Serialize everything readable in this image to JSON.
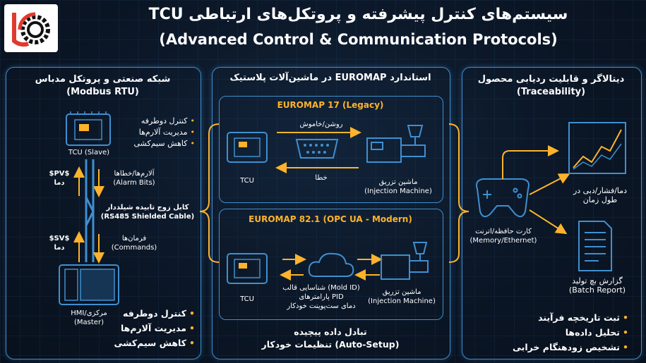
{
  "header": {
    "title_fa": "سیستم‌های کنترل پیشرفته و پروتکل‌های ارتباطی TCU",
    "title_en": "(Advanced Control & Communication Protocols)"
  },
  "left": {
    "title_fa": "شبکه صنعتی و پروتکل مدباس",
    "title_en": "(Modbus RTU)",
    "tcu_label": "TCU (Slave)",
    "top_bullets": [
      "کنترل دوطرفه",
      "مدیریت آلارم‌ها",
      "کاهش سیم‌کشی"
    ],
    "pv_label": "$PV$\nدما",
    "alarm_label": "آلارم‌ها/خطاها\n(Alarm Bits)",
    "cable_label": "کابل زوج تابیده شیلددار\n(RS485 Shielded Cable)",
    "sv_label": "$SV$\nدما",
    "cmd_label": "فرمان‌ها\n(Commands)",
    "hmi_label": "HMI/مرکزی\n(Master)",
    "bottom_bullets": [
      "کنترل دوطرفه",
      "مدیریت آلارم‌ها",
      "کاهش سیم‌کشی"
    ]
  },
  "middle": {
    "title": "استاندارد EUROMAP در ماشین‌آلات پلاستیک",
    "em17": {
      "title": "EUROMAP 17 (Legacy)",
      "onoff": "روشن/خاموش",
      "error": "خطا",
      "tcu": "TCU",
      "machine": "ماشین تزریق\n(Injection Machine)"
    },
    "em82": {
      "title": "EUROMAP 82.1 (OPC UA - Modern)",
      "tcu": "TCU",
      "data": "شناسایی قالب (Mold ID)\nپارامترهای PID\nدمای ست‌پوینت خودکار",
      "machine": "ماشین تزریق\n(Injection Machine)"
    },
    "footer": "تبادل داده پیچیده\nتنظیمات خودکار (Auto-Setup)"
  },
  "right": {
    "title_fa": "دیتالاگر و قابلیت ردیابی محصول",
    "title_en": "(Traceability)",
    "chart_label": "دما/فشار/دبی در\nطول زمان",
    "memory_label": "کارت حافظه/اترنت\n(Memory/Ethernet)",
    "report_label": "گزارش بچ تولید\n(Batch Report)",
    "bullets": [
      "ثبت تاریخچه فرآیند",
      "تحلیل داده‌ها",
      "تشخیص زودهنگام خرابی"
    ]
  },
  "colors": {
    "accent": "#ffb32b",
    "line": "#3f8fd0",
    "brand_red": "#e03a2f"
  }
}
